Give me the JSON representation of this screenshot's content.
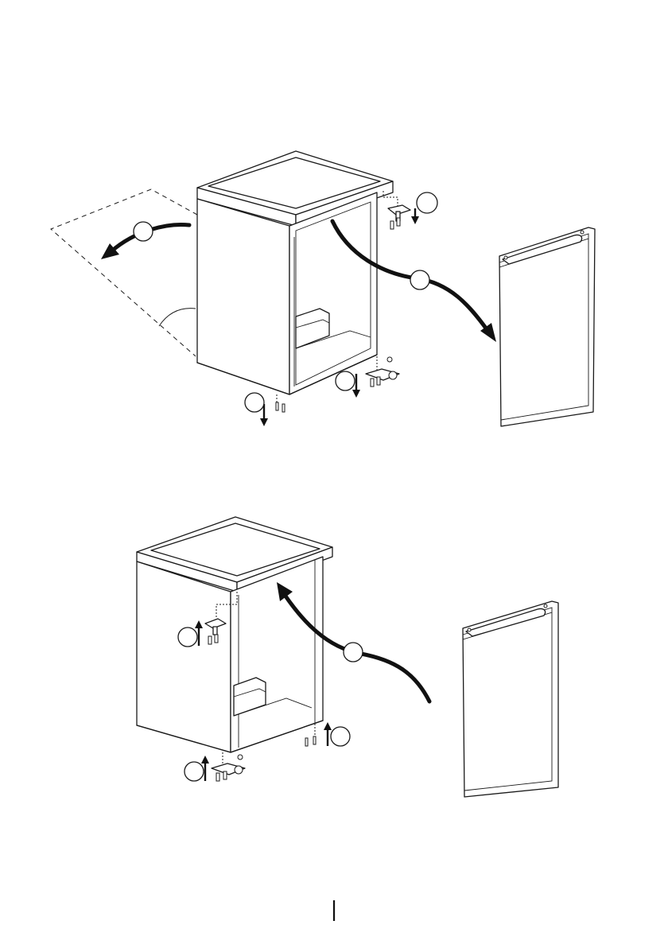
{
  "figure": {
    "panels": [
      {
        "id": "remove-door",
        "steps": 5
      },
      {
        "id": "reattach-door",
        "steps": 4
      }
    ]
  },
  "footer": {
    "page_marker": "|"
  }
}
